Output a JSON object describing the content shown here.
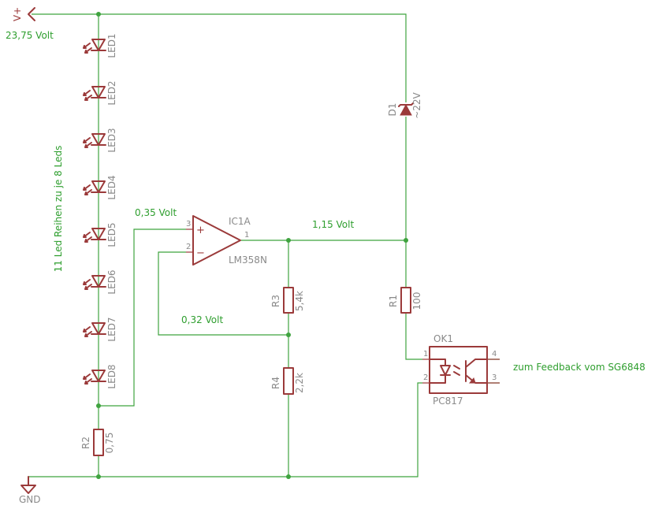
{
  "colors": {
    "wire": "#3fa33f",
    "symbol": "#9b3a3a",
    "component_text": "#8a8a8a",
    "net_label": "#2e9e2e",
    "background": "#ffffff"
  },
  "supply": {
    "name": "V+",
    "voltage": "23,75 Volt"
  },
  "ground": {
    "name": "GND"
  },
  "led_string": {
    "note": "11 Led Reihen zu je 8 Leds",
    "leds": [
      "LED1",
      "LED2",
      "LED3",
      "LED4",
      "LED5",
      "LED6",
      "LED7",
      "LED8"
    ]
  },
  "components": {
    "r2": {
      "name": "R2",
      "value": "0,75"
    },
    "r3": {
      "name": "R3",
      "value": "5,4k"
    },
    "r4": {
      "name": "R4",
      "value": "2,2k"
    },
    "r1": {
      "name": "R1",
      "value": "100"
    },
    "d1": {
      "name": "D1",
      "value": "~22V"
    },
    "opamp": {
      "name": "IC1A",
      "value": "LM358N",
      "pin_plus": "3",
      "pin_minus": "2",
      "pin_out": "1",
      "sign_plus": "+",
      "sign_minus": "−"
    },
    "optocoupler": {
      "name": "OK1",
      "value": "PC817",
      "pins": [
        "1",
        "2",
        "3",
        "4"
      ]
    }
  },
  "net_labels": {
    "opamp_plus": "0,35 Volt",
    "opamp_minus": "0,32 Volt",
    "opamp_out": "1,15 Volt",
    "feedback": "zum Feedback vom SG6848"
  }
}
